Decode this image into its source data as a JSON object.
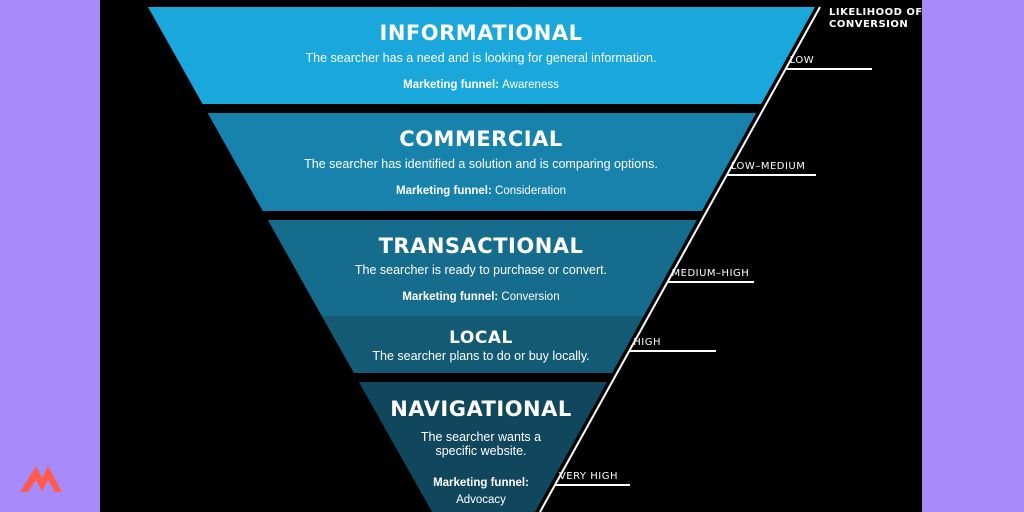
{
  "colors": {
    "background": "#a78bfa",
    "panel": "#000000",
    "informational": "#1aa7dc",
    "commercial": "#1782ac",
    "transactional": "#166c8c",
    "local": "#135a74",
    "navigational": "#10475c",
    "logo": "#ff5a4e"
  },
  "logo": {
    "icon": "brand-logo-icon"
  },
  "conversion_header": [
    "LIKELIHOOD OF",
    "CONVERSION"
  ],
  "levels": [
    "LOW",
    "LOW–MEDIUM",
    "MEDIUM–HIGH",
    "HIGH",
    "VERY HIGH"
  ],
  "funnel_prefix": "Marketing funnel:",
  "stages": [
    {
      "key": "informational",
      "title": "INFORMATIONAL",
      "desc": [
        "The searcher has a need and is looking for general information."
      ],
      "funnel": "Awareness"
    },
    {
      "key": "commercial",
      "title": "COMMERCIAL",
      "desc": [
        "The searcher has identified a solution and is comparing options."
      ],
      "funnel": "Consideration"
    },
    {
      "key": "transactional",
      "title": "TRANSACTIONAL",
      "desc": [
        "The searcher is ready to purchase or convert."
      ],
      "funnel": "Conversion"
    },
    {
      "key": "local",
      "title": "LOCAL",
      "desc": [
        "The searcher plans to do or buy locally."
      ],
      "funnel": ""
    },
    {
      "key": "navigational",
      "title": "NAVIGATIONAL",
      "desc": [
        "The searcher wants a",
        "specific website."
      ],
      "funnel": "Advocacy"
    }
  ]
}
